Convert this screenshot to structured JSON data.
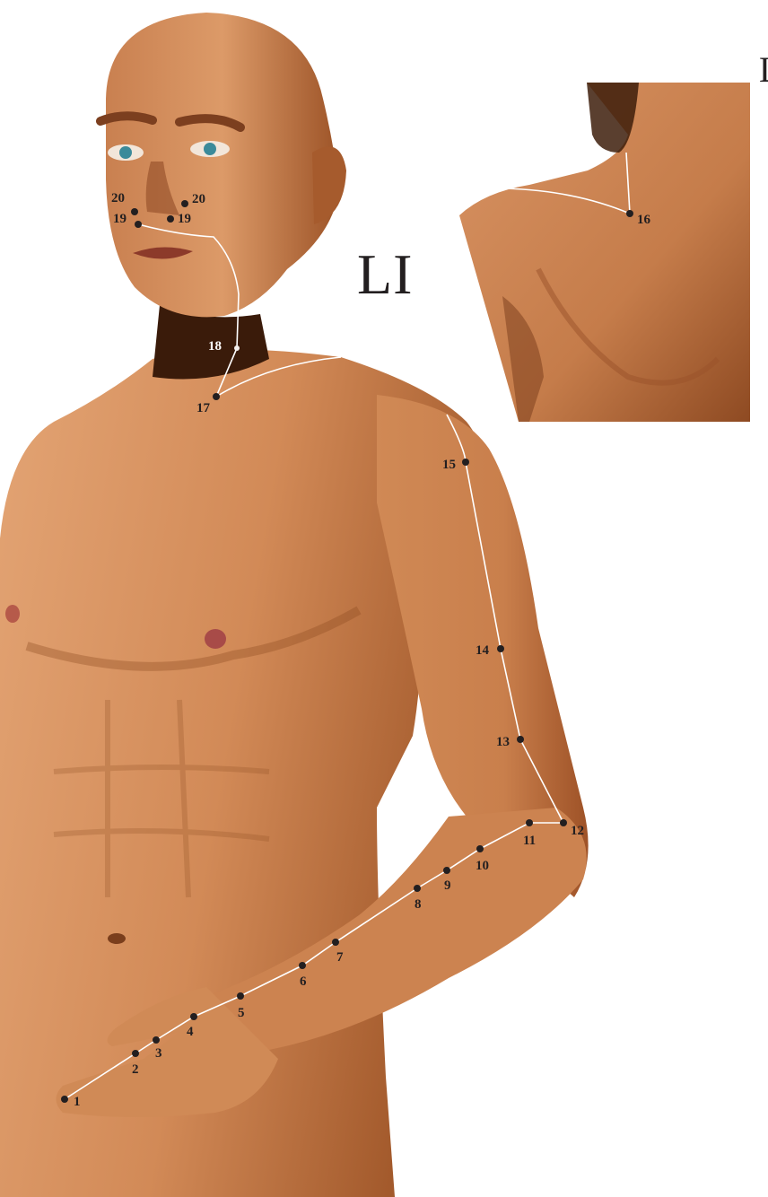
{
  "meridian_label": "LI",
  "inset_letter": "L",
  "colors": {
    "skin": "#d28a57",
    "skin_light": "#e3a474",
    "skin_shadow": "#7a3e1c",
    "line": "#ffffff",
    "point": "#231f20",
    "label": "#231f20"
  },
  "points": [
    {
      "id": "1",
      "label": "1"
    },
    {
      "id": "2",
      "label": "2"
    },
    {
      "id": "3",
      "label": "3"
    },
    {
      "id": "4",
      "label": "4"
    },
    {
      "id": "5",
      "label": "5"
    },
    {
      "id": "6",
      "label": "6"
    },
    {
      "id": "7",
      "label": "7"
    },
    {
      "id": "8",
      "label": "8"
    },
    {
      "id": "9",
      "label": "9"
    },
    {
      "id": "10",
      "label": "10"
    },
    {
      "id": "11",
      "label": "11"
    },
    {
      "id": "12",
      "label": "12"
    },
    {
      "id": "13",
      "label": "13"
    },
    {
      "id": "14",
      "label": "14"
    },
    {
      "id": "15",
      "label": "15"
    },
    {
      "id": "16",
      "label": "16"
    },
    {
      "id": "17",
      "label": "17"
    },
    {
      "id": "18",
      "label": "18"
    },
    {
      "id": "19-left",
      "label": "19"
    },
    {
      "id": "19-right",
      "label": "19"
    },
    {
      "id": "20-left",
      "label": "20"
    },
    {
      "id": "20-right",
      "label": "20"
    }
  ]
}
